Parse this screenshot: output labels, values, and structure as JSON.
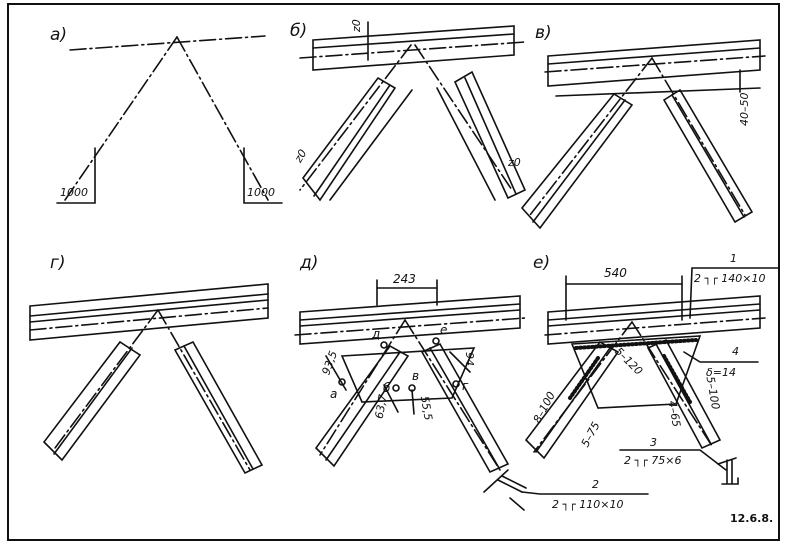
{
  "figure_id": "12.6.8.",
  "panels": [
    {
      "key": "a",
      "letter": "а)",
      "labels": [
        "1000",
        "1000"
      ]
    },
    {
      "key": "b",
      "letter": "б)",
      "labels": [
        "z0",
        "z0",
        "z0"
      ]
    },
    {
      "key": "v",
      "letter": "в)",
      "labels": [
        "40–50"
      ]
    },
    {
      "key": "g",
      "letter": "г)",
      "labels": []
    },
    {
      "key": "d",
      "letter": "д)",
      "labels": [
        "243",
        "93,5",
        "94",
        "63,7",
        "55,5",
        "а",
        "б",
        "в",
        "г",
        "д",
        "е"
      ]
    },
    {
      "key": "e",
      "letter": "е)",
      "labels": [
        "540",
        "1",
        "2 ┐┌ 140×10",
        "4",
        "δ=14",
        "5–120",
        "8–100",
        "5–75",
        "4–65",
        "5–100",
        "3",
        "2 ┐┌ 75×6",
        "2",
        "2 ┐┌ 110×10"
      ]
    }
  ],
  "colors": {
    "ink": "#111111",
    "paper": "#ffffff"
  }
}
